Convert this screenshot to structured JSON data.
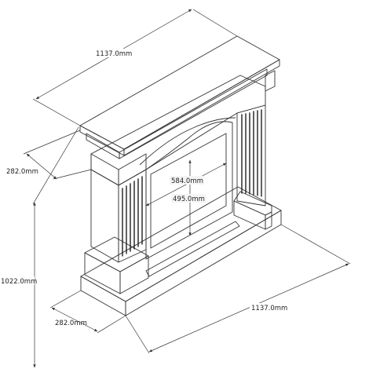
{
  "dimensions": {
    "top_width": "1137.0mm",
    "top_depth": "282.0mm",
    "height": "1022.0mm",
    "base_depth": "282.0mm",
    "base_width": "1137.0mm",
    "opening_height": "584.0mm",
    "opening_width": "495.0mm"
  },
  "colors": {
    "face": "#d9d9d9",
    "side": "#c4c4c4",
    "top": "#cfcfcf",
    "inner": "#f2f2f2",
    "line": "#333333",
    "flute": "#1e1e1e"
  }
}
